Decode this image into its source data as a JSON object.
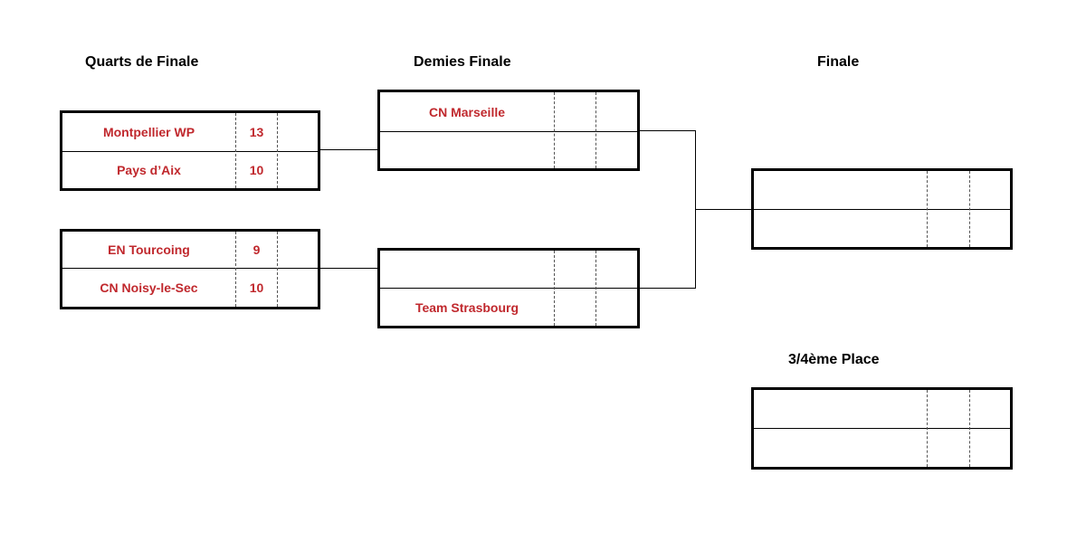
{
  "colors": {
    "team_text": "#c0282d",
    "heading_text": "#000000",
    "border": "#000000"
  },
  "headings": {
    "quarterfinals": "Quarts de Finale",
    "semifinals": "Demies Finale",
    "final": "Finale",
    "third_place": "3/4ème Place"
  },
  "quarterfinals": [
    {
      "teams": [
        {
          "name": "Montpellier WP",
          "score": "13"
        },
        {
          "name": "Pays d’Aix",
          "score": "10"
        }
      ]
    },
    {
      "teams": [
        {
          "name": "EN Tourcoing",
          "score": "9"
        },
        {
          "name": "CN Noisy-le-Sec",
          "score": "10"
        }
      ]
    }
  ],
  "semifinals": [
    {
      "teams": [
        {
          "name": "CN Marseille",
          "score": ""
        },
        {
          "name": "",
          "score": ""
        }
      ]
    },
    {
      "teams": [
        {
          "name": "",
          "score": ""
        },
        {
          "name": "Team Strasbourg",
          "score": ""
        }
      ]
    }
  ],
  "final": {
    "teams": [
      {
        "name": "",
        "score": ""
      },
      {
        "name": "",
        "score": ""
      }
    ]
  },
  "third_place": {
    "teams": [
      {
        "name": "",
        "score": ""
      },
      {
        "name": "",
        "score": ""
      }
    ]
  }
}
